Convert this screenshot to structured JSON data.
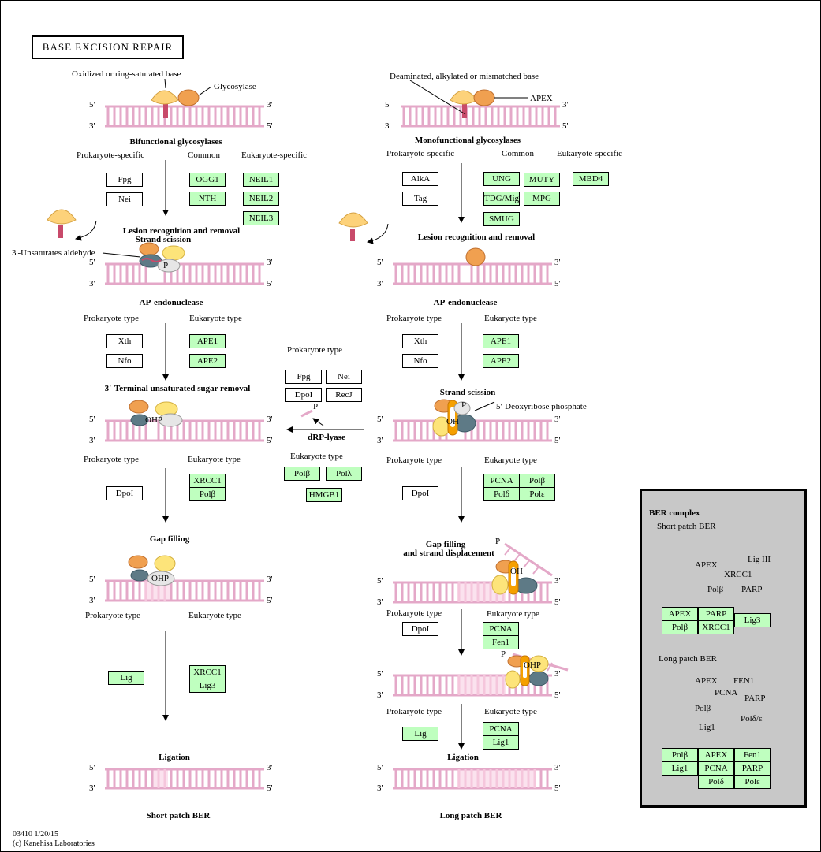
{
  "title": "BASE EXCISION REPAIR",
  "strand_labels": {
    "five": "5'",
    "three": "3'"
  },
  "left": {
    "top_label": "Oxidized or ring-saturated base",
    "glycosylase_label": "Glycosylase",
    "bifunctional_heading": "Bifunctional glycosylases",
    "prokaryote_specific": "Prokaryote-specific",
    "common": "Common",
    "eukaryote_specific": "Eukaryote-specific",
    "pro_genes": [
      "Fpg",
      "Nei"
    ],
    "common_genes": [
      "OGG1",
      "NTH"
    ],
    "euk_genes": [
      "NEIL1",
      "NEIL2",
      "NEIL3"
    ],
    "lesion_heading_1": "Lesion recognition and removal",
    "lesion_heading_2": "Strand scission",
    "aldehyde_label": "3'-Unsaturates aldehyde",
    "p_label": "P",
    "ap_heading": "AP-endonuclease",
    "prokaryote_type": "Prokaryote type",
    "eukaryote_type": "Eukaryote type",
    "ap_pro": [
      "Xth",
      "Nfo"
    ],
    "ap_euk": [
      "APE1",
      "APE2"
    ],
    "terminal_heading": "3'-Terminal unsaturated sugar removal",
    "ohp_label": "OHP",
    "term_pro": [
      "DpoI"
    ],
    "term_euk": [
      "XRCC1",
      "Polβ"
    ],
    "gap_heading": "Gap filling",
    "gap_pro": [
      "Lig"
    ],
    "gap_euk": [
      "XRCC1",
      "Lig3"
    ],
    "ligation_heading": "Ligation",
    "footer": "Short patch BER"
  },
  "middle": {
    "prokaryote_type": "Prokaryote type",
    "pro_genes": [
      "Fpg",
      "Nei",
      "DpoI",
      "RecJ"
    ],
    "p_label": "P",
    "drp_heading": "dRP-lyase",
    "eukaryote_type": "Eukaryote type",
    "euk_genes": [
      "Polβ",
      "Polλ",
      "HMGB1"
    ]
  },
  "right": {
    "top_label": "Deaminated, alkylated or mismatched base",
    "apex_label": "APEX",
    "mono_heading": "Monofunctional glycosylases",
    "prokaryote_specific": "Prokaryote-specific",
    "common": "Common",
    "eukaryote_specific": "Eukaryote-specific",
    "pro_genes": [
      "AlkA",
      "Tag"
    ],
    "common_genes": [
      "UNG",
      "MUTY",
      "TDG/Mig",
      "MPG",
      "SMUG"
    ],
    "euk_genes": [
      "MBD4"
    ],
    "lesion_heading": "Lesion recognition and removal",
    "ap_heading": "AP-endonuclease",
    "prokaryote_type": "Prokaryote type",
    "eukaryote_type": "Eukaryote type",
    "ap_pro": [
      "Xth",
      "Nfo"
    ],
    "ap_euk": [
      "APE1",
      "APE2"
    ],
    "scission_heading": "Strand scission",
    "deoxy_label": "5'-Deoxyribose phosphate",
    "p_label": "P",
    "oh_label": "OH",
    "ohp_label": "OHP",
    "sc_pro": [
      "DpoI"
    ],
    "sc_euk": [
      "PCNA",
      "Polβ",
      "Polδ",
      "Polε"
    ],
    "gap_heading_1": "Gap filling",
    "gap_heading_2": "and strand displacement",
    "gap_pro": [
      "DpoI"
    ],
    "gap_euk": [
      "PCNA",
      "Fen1"
    ],
    "lig_pro": [
      "Lig"
    ],
    "lig_euk": [
      "PCNA",
      "Lig1"
    ],
    "ligation_heading": "Ligation",
    "footer": "Long patch BER"
  },
  "ber_complex": {
    "title": "BER complex",
    "short_label": "Short patch BER",
    "short_shapes": [
      "APEX",
      "Lig III",
      "XRCC1",
      "Polβ",
      "PARP"
    ],
    "short_genes": [
      "APEX",
      "PARP",
      "Polβ",
      "XRCC1",
      "Lig3"
    ],
    "long_label": "Long patch BER",
    "long_shapes": [
      "APEX",
      "FEN1",
      "PCNA",
      "PARP",
      "Polβ",
      "Lig1",
      "Polδ/ε"
    ],
    "long_genes": [
      "Polβ",
      "APEX",
      "Fen1",
      "Lig1",
      "PCNA",
      "PARP",
      "Polδ",
      "Polε"
    ]
  },
  "footer": {
    "id": "03410 1/20/15",
    "copyright": "(c) Kanehisa Laboratories"
  },
  "colors": {
    "dna": "#e4a8c8",
    "gene_box": "#bfffbf",
    "orange": "#f0a050",
    "yellow": "#fde47a",
    "slate": "#5e7a86",
    "pcna": "#f5a000",
    "complex_bg": "#c8c8c8"
  }
}
